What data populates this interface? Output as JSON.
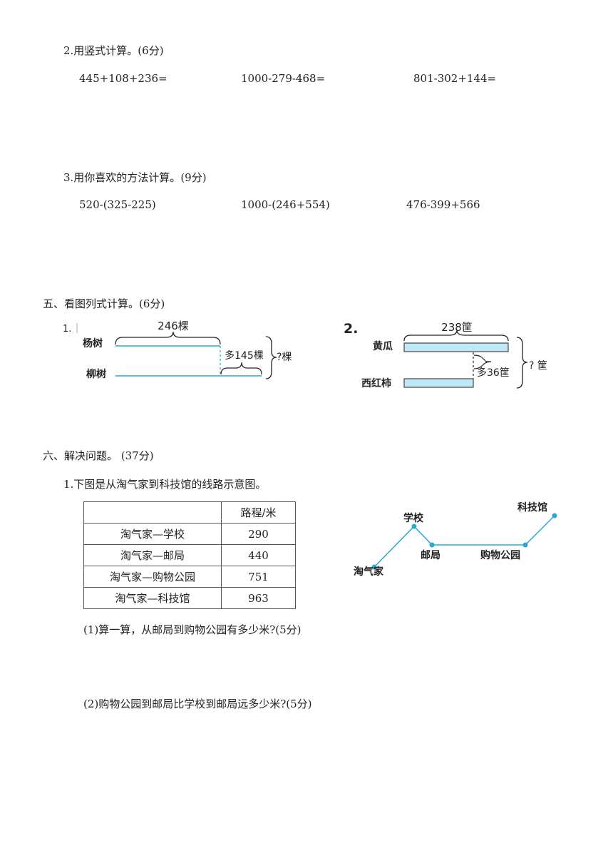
{
  "section2": {
    "title": "2.用竖式计算。(6分)",
    "problems": [
      "445+108+236=",
      "1000-279-468=",
      "801-302+144="
    ]
  },
  "section3": {
    "title": "3.用你喜欢的方法计算。(9分)",
    "problems": [
      "520-(325-225)",
      "1000-(246+554)",
      "476-399+566"
    ]
  },
  "part5": {
    "title": "五、看图列式计算。(6分)",
    "fig1": {
      "number": "1.",
      "top_value": "246棵",
      "row1": "杨树",
      "row2": "柳树",
      "diff": "多145棵",
      "question": "?棵",
      "color": "#2aa7d6"
    },
    "fig2": {
      "number": "2.",
      "top_value": "238筐",
      "row1": "黄瓜",
      "row2": "西红柿",
      "diff": "多36筐",
      "question": "? 筐",
      "bar_fill": "#bfe9f7",
      "color": "#2aa7d6"
    }
  },
  "part6": {
    "title": "六、解决问题。 (37分)",
    "q1_intro": "1.下图是从淘气家到科技馆的线路示意图。",
    "table": {
      "header": [
        "",
        "路程/米"
      ],
      "rows": [
        [
          "淘气家—学校",
          "290"
        ],
        [
          "淘气家—邮局",
          "440"
        ],
        [
          "淘气家—购物公园",
          "751"
        ],
        [
          "淘气家—科技馆",
          "963"
        ]
      ]
    },
    "map": {
      "points": [
        "淘气家",
        "学校",
        "邮局",
        "购物公园",
        "科技馆"
      ],
      "color": "#2aa7d6"
    },
    "sub1": "(1)算一算，从邮局到购物公园有多少米?(5分)",
    "sub2": "(2)购物公园到邮局比学校到邮局远多少米?(5分)"
  }
}
